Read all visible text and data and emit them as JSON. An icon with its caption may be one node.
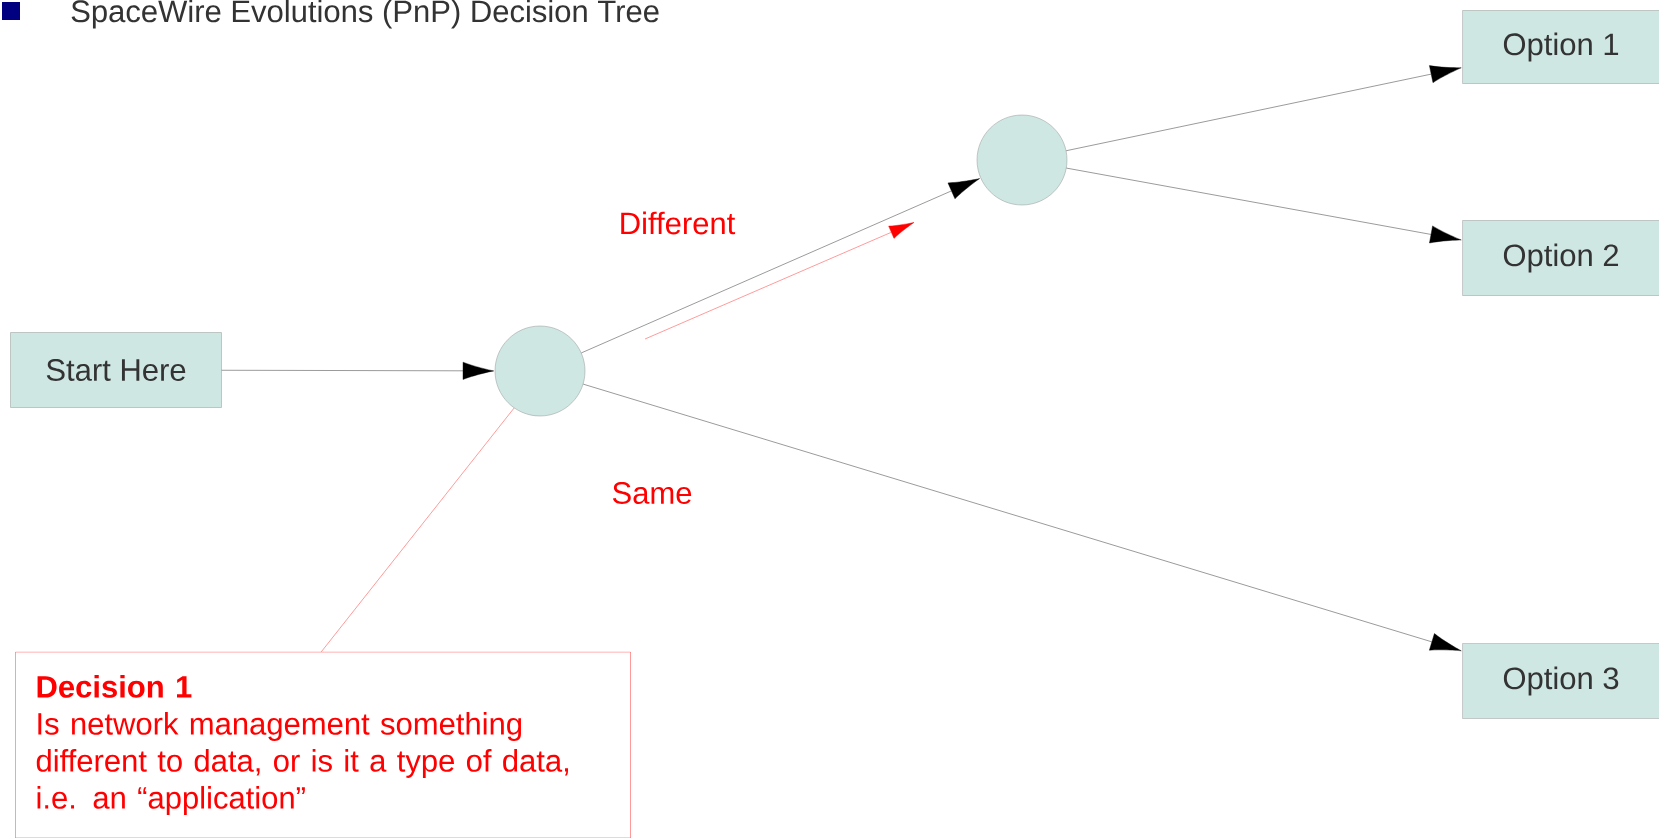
{
  "diagram": {
    "title": "SpaceWire Evolutions (PnP) Decision Tree",
    "nodes": [
      {
        "text": [
          "Start Here"
        ]
      },
      {
        "text": [],
        "shape": "circle"
      },
      {
        "text": [],
        "shape": "circle"
      },
      {
        "text": [
          "Option 1"
        ]
      },
      {
        "text": [
          "Option 2"
        ]
      },
      {
        "text": [
          "Option 3"
        ]
      },
      {
        "text": [
          "Decision 1",
          "Is network management something different to data, or is it a type of data, i.e. an “application”"
        ]
      }
    ],
    "edges": [
      {
        "from": 0,
        "to": 1,
        "arrow": "to"
      },
      {
        "from": 1,
        "to": 2,
        "arrow": "to",
        "label": "Different"
      },
      {
        "from": 1,
        "to": 5,
        "arrow": "to",
        "label": "Same"
      },
      {
        "from": 2,
        "to": 3,
        "arrow": "to"
      },
      {
        "from": 2,
        "to": 4,
        "arrow": "to"
      },
      {
        "from": 6,
        "to": 1,
        "arrow": "none",
        "color": "#ff0000"
      }
    ]
  }
}
